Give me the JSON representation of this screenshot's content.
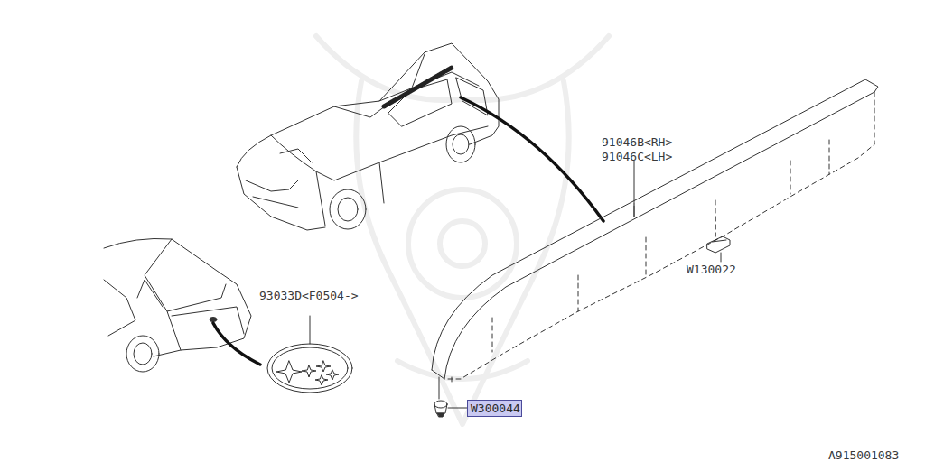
{
  "diagram": {
    "nodes": [
      {
        "text": [
          "W300044"
        ]
      }
    ],
    "labels": [
      "91046B<RH>",
      "91046C<LH>",
      "W130022",
      "93033D<F0504->",
      "A915001083"
    ]
  }
}
